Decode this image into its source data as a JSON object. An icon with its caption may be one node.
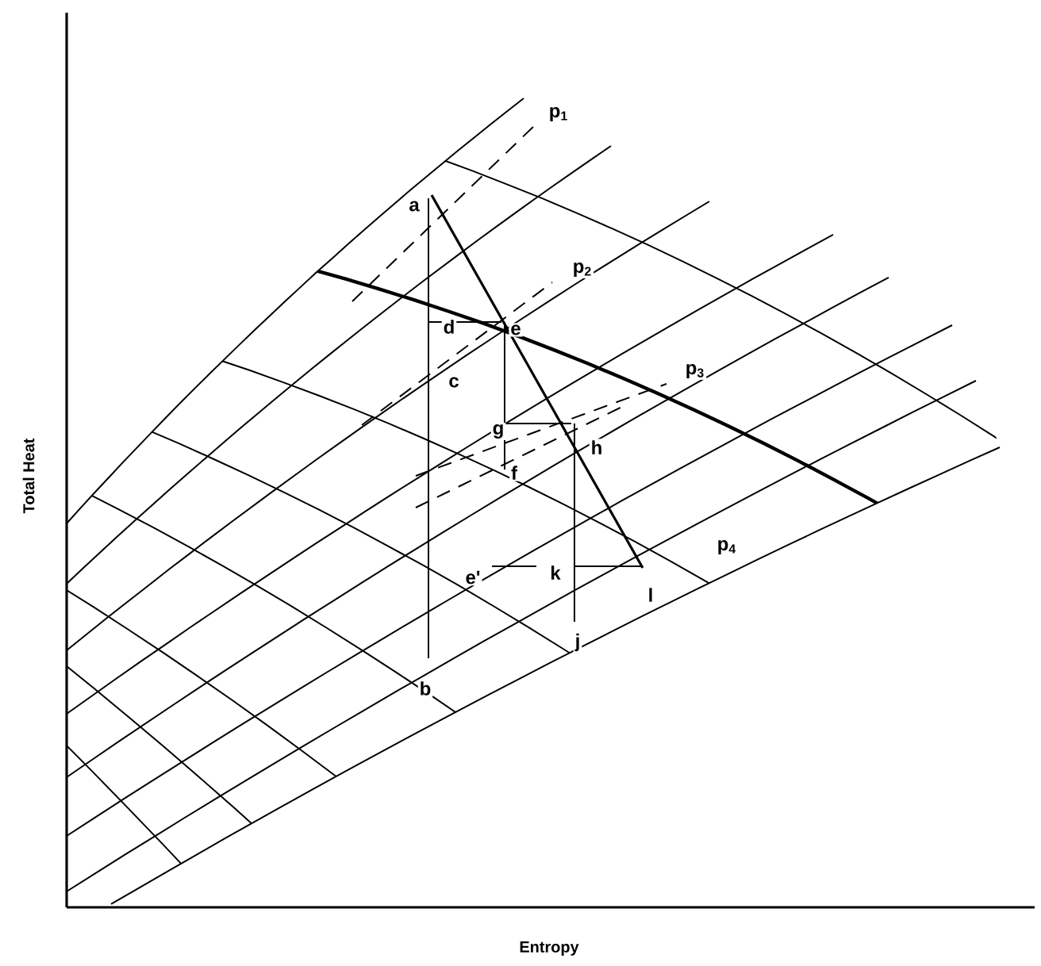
{
  "diagram": {
    "labels": [
      "p$_{1}$",
      "a",
      "p$_{2}$",
      "d",
      "e",
      "c",
      "p$_{3}$",
      "g",
      "h",
      "f",
      "p$_{4}$",
      "e'",
      "k",
      "l",
      "j",
      "b",
      "Total Heat",
      "Entropy"
    ]
  }
}
